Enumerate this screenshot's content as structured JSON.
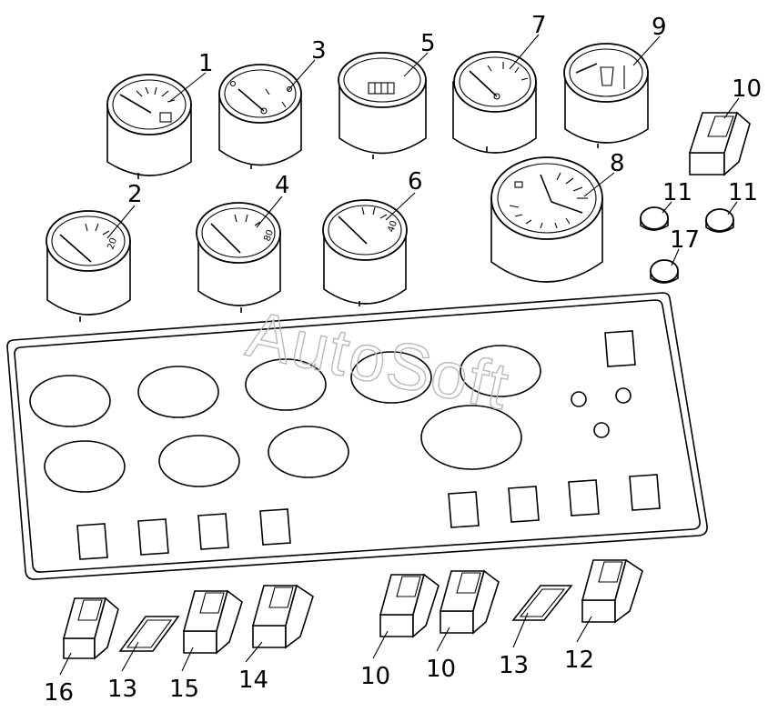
{
  "watermark": "AutoSoft",
  "callouts": {
    "c1": "1",
    "c2": "2",
    "c3": "3",
    "c4": "4",
    "c5": "5",
    "c6": "6",
    "c7": "7",
    "c8": "8",
    "c9": "9",
    "c10a": "10",
    "c11a": "11",
    "c11b": "11",
    "c17": "17",
    "c16": "16",
    "c13a": "13",
    "c15": "15",
    "c14": "14",
    "c10b": "10",
    "c10c": "10",
    "c13b": "13",
    "c12": "12"
  },
  "gauge_text": {
    "g2_20": "20",
    "g4_80": "80",
    "g6_40": "40"
  }
}
